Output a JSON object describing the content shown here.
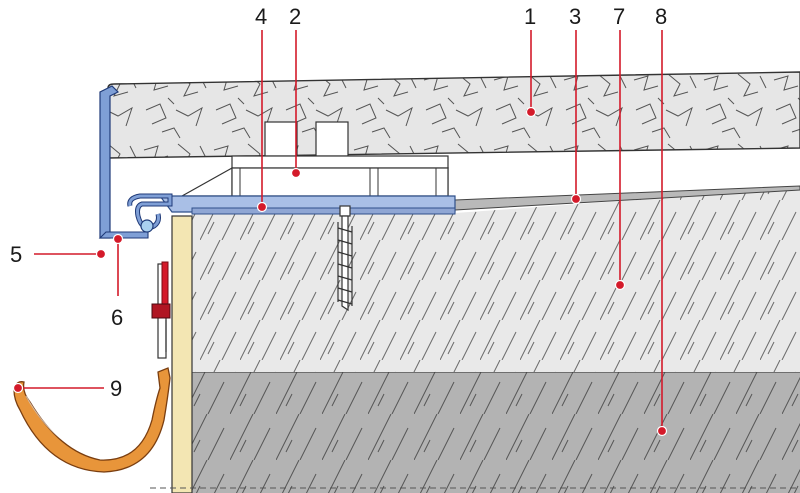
{
  "labels": {
    "n1": "1",
    "n2": "2",
    "n3": "3",
    "n4": "4",
    "n5": "5",
    "n6": "6",
    "n7": "7",
    "n8": "8",
    "n9": "9"
  },
  "colors": {
    "leader": "#d41a2a",
    "gutter": "#e8953a",
    "flashing_blue": "#7f9fd6",
    "screed_grey": "#e8e8e8",
    "concrete_grey": "#b0b0b0",
    "board_yellow": "#f3e6b3",
    "stone_grey": "#e4e4e4"
  }
}
